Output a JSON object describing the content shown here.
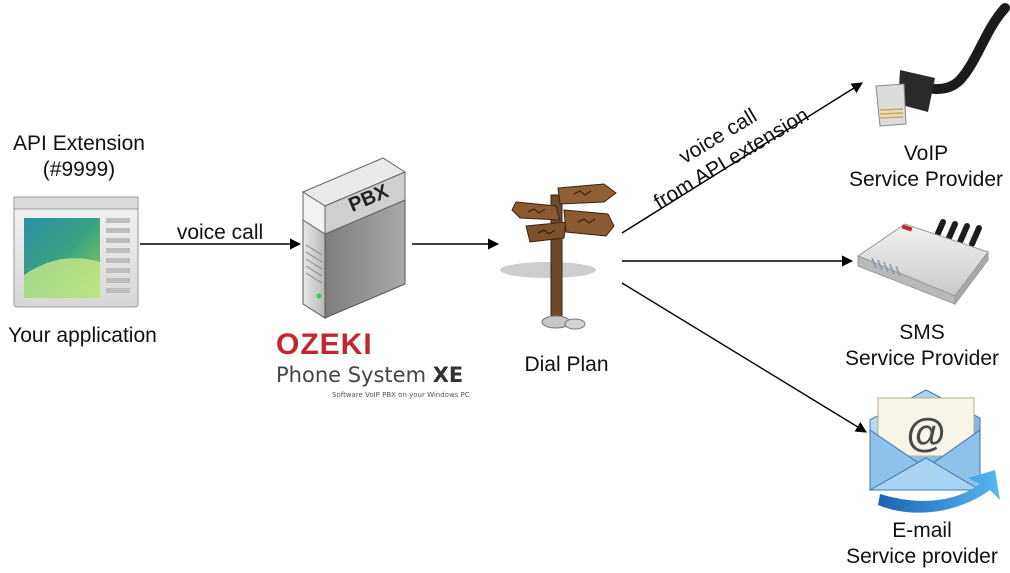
{
  "labels": {
    "api_extension": [
      "API Extension",
      "(#9999)"
    ],
    "your_application": "Your application",
    "voice_call_1": "voice call",
    "voice_call_2": [
      "voice call",
      "from API extension"
    ],
    "dial_plan": "Dial Plan",
    "voip": [
      "VoIP",
      "Service Provider"
    ],
    "sms": [
      "SMS",
      "Service Provider"
    ],
    "email": [
      "E-mail",
      "Service provider"
    ]
  },
  "ozeki": {
    "brand": "OZEKI",
    "product_prefix": "Phone System ",
    "product_suffix": "XE",
    "tagline": "Software VoIP PBX on your Windows PC",
    "pbx_text": "PBX"
  },
  "colors": {
    "ozeki_red": "#c0282e",
    "arrow": "#000000"
  },
  "icons": [
    "application-window-icon",
    "pbx-server-icon",
    "signpost-icon",
    "network-cable-icon",
    "gsm-gateway-icon",
    "email-envelope-icon"
  ]
}
